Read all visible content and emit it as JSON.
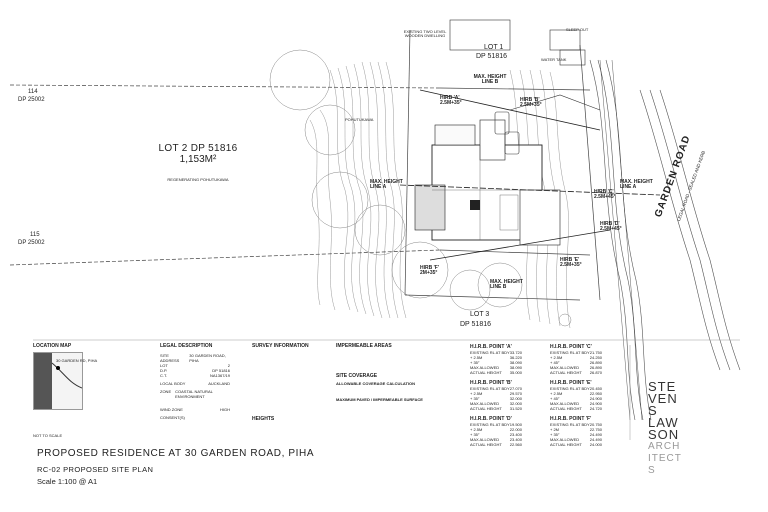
{
  "lots": {
    "lot2_title": "LOT 2 DP 51816",
    "lot2_area": "1,153M²",
    "lot2_note": "REGENERATING POHUTUKAWA",
    "lot1": "LOT 1",
    "lot1_dp": "DP 51816",
    "lot3": "LOT 3",
    "lot3_dp": "DP 51816",
    "lot114": "114",
    "lot114_dp": "DP 25002",
    "lot115": "115",
    "lot115_dp": "DP 25002"
  },
  "annotations": {
    "existing_dwelling": "EXISTING TWO LEVEL WOODEN DWELLING",
    "max_height_b_top": "MAX. HEIGHT LINE B",
    "max_height_a_left": "MAX. HEIGHT LINE A",
    "max_height_a_right": "MAX. HEIGHT LINE A",
    "max_height_b_bottom": "MAX. HEIGHT LINE B",
    "hirb_a": "HIRB 'A' 2.5M+35°",
    "hirb_b": "HIRB 'B' 2.5M+35°",
    "hirb_c": "HIRB 'C' 2.5M+45°",
    "hirb_d": "HIRB 'D' 2.5M+45°",
    "hirb_e": "HIRB 'E' 2.5M+35°",
    "hirb_f": "HIRB 'F' 2M+35°",
    "pohutukawa": "POHUTUKAWA",
    "garden_road": "GARDEN ROAD",
    "garden_road_sub": "LEGAL ROAD - SEALED AND KERB",
    "water_tank": "WATER TANK",
    "sleep_out": "SLEEP OUT"
  },
  "sections": {
    "location_map": "LOCATION MAP",
    "map_label": "30 GARDEN RD, PIHA",
    "not_to_scale": "NOT TO SCALE",
    "legal_description": "LEGAL DESCRIPTION",
    "survey_information": "SURVEY INFORMATION",
    "heights": "HEIGHTS",
    "impermeable_areas": "IMPERMEABLE AREAS",
    "site_coverage": "SITE COVERAGE",
    "allowable_coverage": "ALLOWABLE COVERAGE CALCULATION",
    "max_paved": "MAXIMUM PAVED / IMPERMEABLE SURFACE"
  },
  "legal_rows": [
    [
      "SITE ADDRESS",
      "30 GARDEN ROAD, PIHA"
    ],
    [
      "LOT",
      "2"
    ],
    [
      "D.P.",
      "DP 51816"
    ],
    [
      "C.T.",
      "NA1367/19"
    ],
    [
      "LOCAL BODY",
      "AUCKLAND"
    ],
    [
      "ZONE",
      "COASTAL NATURAL ENVIRONMENT"
    ],
    [
      "WIND ZONE",
      "HIGH"
    ],
    [
      "CONSENT(S)",
      ""
    ]
  ],
  "hirb_tables": [
    {
      "title": "H.I.R.B. POINT 'A'",
      "rows": [
        [
          "EXISTING RL AT BDY",
          "33.720"
        ],
        [
          "+ 2.5M",
          "36.220"
        ],
        [
          "+ 35°",
          "38.090"
        ],
        [
          "MAX ALLOWED",
          "38.090"
        ],
        [
          "ACTUAL HEIGHT",
          "35.000"
        ]
      ]
    },
    {
      "title": "H.I.R.B. POINT 'C'",
      "rows": [
        [
          "EXISTING RL AT BDY",
          "21.750"
        ],
        [
          "+ 2.5M",
          "24.250"
        ],
        [
          "+ 45°",
          "26.890"
        ],
        [
          "MAX ALLOWED",
          "26.890"
        ],
        [
          "ACTUAL HEIGHT",
          "26.870"
        ]
      ]
    },
    {
      "title": "H.I.R.B. POINT 'B'",
      "rows": [
        [
          "EXISTING RL AT BDY",
          "27.070"
        ],
        [
          "+ 2.5M",
          "29.570"
        ],
        [
          "+ 35°",
          "32.000"
        ],
        [
          "MAX ALLOWED",
          "32.000"
        ],
        [
          "ACTUAL HEIGHT",
          "31.520"
        ]
      ]
    },
    {
      "title": "H.I.R.B. POINT 'E'",
      "rows": [
        [
          "EXISTING RL AT BDY",
          "20.450"
        ],
        [
          "+ 2.5M",
          "22.950"
        ],
        [
          "+ 45°",
          "24.900"
        ],
        [
          "MAX ALLOWED",
          "24.900"
        ],
        [
          "ACTUAL HEIGHT",
          "24.720"
        ]
      ]
    },
    {
      "title": "H.I.R.B. POINT 'D'",
      "rows": [
        [
          "EXISTING RL AT BDY",
          "19.500"
        ],
        [
          "+ 2.5M",
          "22.000"
        ],
        [
          "+ 35°",
          "23.400"
        ],
        [
          "MAX ALLOWED",
          "23.400"
        ],
        [
          "ACTUAL HEIGHT",
          "22.560"
        ]
      ]
    },
    {
      "title": "H.I.R.B. POINT 'F'",
      "rows": [
        [
          "EXISTING RL AT BDY",
          "20.750"
        ],
        [
          "+ 2M",
          "22.750"
        ],
        [
          "+ 35°",
          "24.490"
        ],
        [
          "MAX ALLOWED",
          "24.490"
        ],
        [
          "ACTUAL HEIGHT",
          "24.000"
        ]
      ]
    }
  ],
  "titleblock": {
    "project": "PROPOSED RESIDENCE AT 30 GARDEN ROAD, PIHA",
    "drawing": "RC-02 PROPOSED SITE PLAN",
    "scale": "Scale 1:100 @ A1",
    "architect_1": "STE",
    "architect_2": "VEN",
    "architect_3": "S",
    "architect_4": "LAW",
    "architect_5": "SON",
    "architect_6": "ARCH",
    "architect_7": "ITECT",
    "architect_8": "S"
  }
}
